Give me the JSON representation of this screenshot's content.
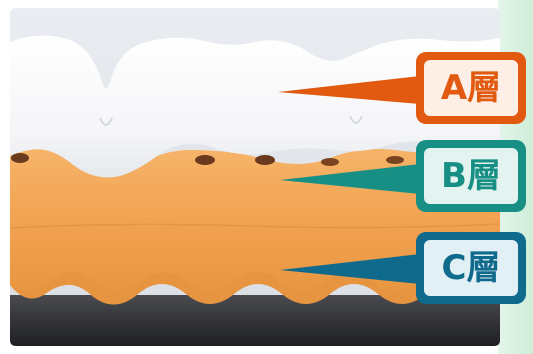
{
  "layers": [
    {
      "id": "a",
      "label": "A層",
      "color": "#e15a10"
    },
    {
      "id": "b",
      "label": "B層",
      "color": "#188f84"
    },
    {
      "id": "c",
      "label": "C層",
      "color": "#0f6a8c"
    }
  ],
  "colors": {
    "white_layer": "#f7f8fa",
    "orange_layer": "#f2a85a",
    "base": "#2b2b2e",
    "side_strip": "#d8f0e0",
    "label_fill": "#fdeee6"
  }
}
